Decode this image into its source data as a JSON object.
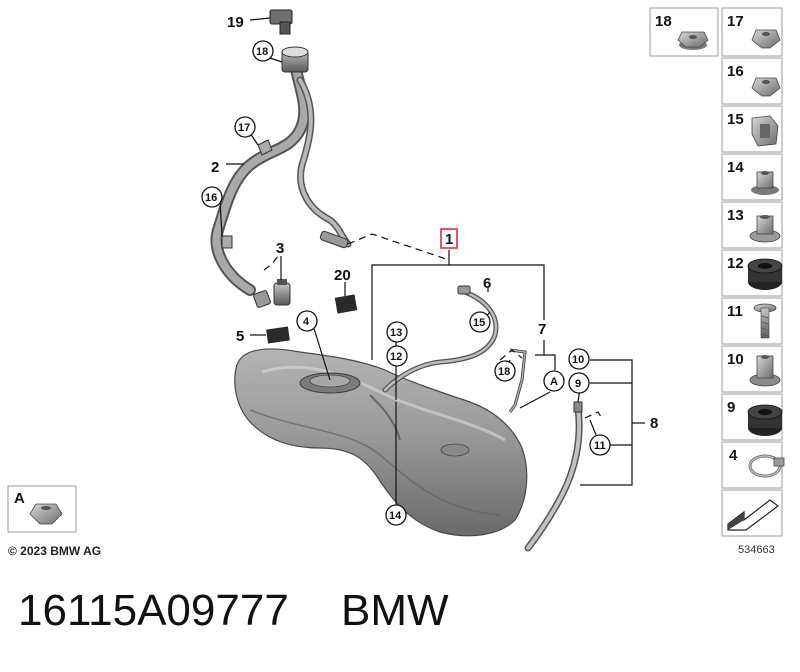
{
  "callouts": {
    "c1": "1",
    "c2": "2",
    "c3": "3",
    "c4": "4",
    "c5": "5",
    "c6": "6",
    "c7": "7",
    "c8": "8",
    "c10": "10",
    "c11a": "11",
    "c12": "12",
    "c13": "13",
    "c14": "14",
    "c15": "15",
    "c16": "16",
    "c17": "17",
    "c18a": "18",
    "c18b": "18",
    "c19": "19",
    "c20": "20",
    "c9": "9",
    "cA": "A"
  },
  "sidebar": {
    "items": [
      {
        "label": "18"
      },
      {
        "label": "17"
      },
      {
        "label": "16"
      },
      {
        "label": "15"
      },
      {
        "label": "14"
      },
      {
        "label": "13"
      },
      {
        "label": "12"
      },
      {
        "label": "11"
      },
      {
        "label": "10"
      },
      {
        "label": "9"
      },
      {
        "label": "4"
      }
    ]
  },
  "inset_a": {
    "label": "A"
  },
  "diagram_id": "534663",
  "copyright": "© 2023 BMW AG",
  "footer": {
    "part_number": "16115A09777",
    "brand": "BMW"
  },
  "colors": {
    "highlight": "#e0202a",
    "metal": "#8f8f8f",
    "rubber": "#222222"
  }
}
